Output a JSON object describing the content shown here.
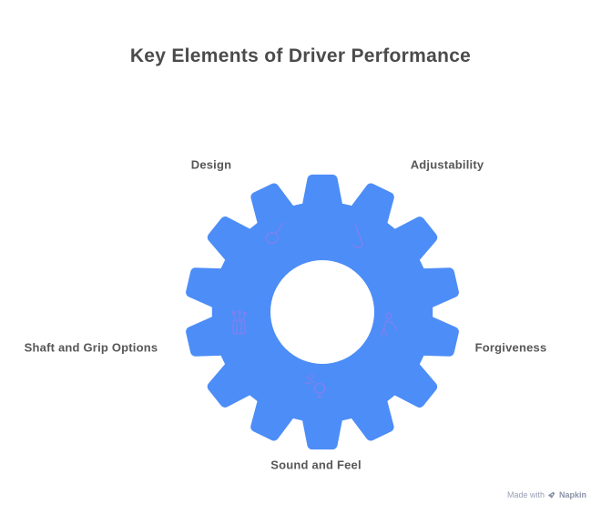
{
  "title": "Key Elements of Driver Performance",
  "diagram": {
    "type": "gear",
    "gear_color": "#4d8df7",
    "icon_color": "#7b82f0",
    "items": [
      {
        "label": "Design",
        "icon": "golf-driver-icon",
        "position": "top-left"
      },
      {
        "label": "Adjustability",
        "icon": "golf-club-icon",
        "position": "top-right"
      },
      {
        "label": "Forgiveness",
        "icon": "golfer-swing-icon",
        "position": "right"
      },
      {
        "label": "Sound and Feel",
        "icon": "golf-ball-tee-icon",
        "position": "bottom"
      },
      {
        "label": "Shaft and Grip Options",
        "icon": "golf-bag-icon",
        "position": "left"
      }
    ]
  },
  "footer": {
    "made_with_label": "Made with",
    "brand": "Napkin"
  }
}
